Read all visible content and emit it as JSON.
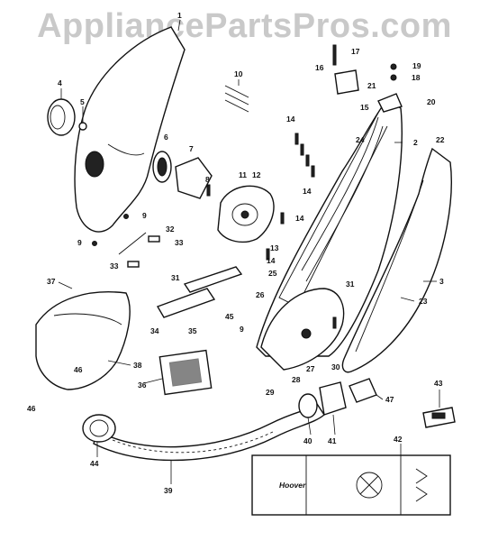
{
  "watermark": "AppliancePartsPros.com",
  "callouts": [
    "1",
    "2",
    "3",
    "4",
    "5",
    "6",
    "7",
    "8",
    "9",
    "9",
    "9",
    "10",
    "11",
    "12",
    "13",
    "14",
    "14",
    "14",
    "14",
    "15",
    "16",
    "17",
    "18",
    "19",
    "20",
    "21",
    "22",
    "23",
    "24",
    "25",
    "26",
    "27",
    "28",
    "29",
    "30",
    "31",
    "31",
    "32",
    "33",
    "33",
    "34",
    "35",
    "36",
    "37",
    "38",
    "39",
    "40",
    "41",
    "42",
    "43",
    "44",
    "45",
    "46",
    "46",
    "47"
  ],
  "bag_badge": "Hoover"
}
